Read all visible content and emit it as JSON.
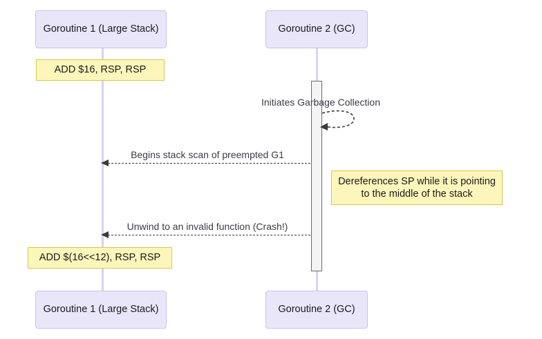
{
  "diagram": {
    "type": "sequence-diagram",
    "title": "",
    "colors": {
      "participant_fill": "#e9e6fa",
      "participant_border": "#c9c2ee",
      "note_fill": "#fdf6bb",
      "note_border": "#d6c84a",
      "lifeline": "#d9d2f2",
      "message_line": "#3b3b3b",
      "message_label": "#3b3b48",
      "activation_fill": "#f4f4f4",
      "activation_border": "#6b6b6b",
      "background": "#ffffff"
    }
  },
  "participants": [
    {
      "id": "g1",
      "label": "Goroutine 1 (Large Stack)"
    },
    {
      "id": "g2",
      "label": "Goroutine 2 (GC)"
    }
  ],
  "participants_bottom": [
    {
      "id": "g1b",
      "label": "Goroutine 1 (Large Stack)"
    },
    {
      "id": "g2b",
      "label": "Goroutine 2 (GC)"
    }
  ],
  "notes": [
    {
      "id": "note-add-16",
      "text": "ADD $16, RSP, RSP",
      "attached_to": "g1"
    },
    {
      "id": "note-deref-sp",
      "text": "Dereferences SP while it is pointing\nto the middle of the stack",
      "attached_to": "g2"
    },
    {
      "id": "note-add-shifted",
      "text": "ADD $(16<<12), RSP, RSP",
      "attached_to": "g1"
    }
  ],
  "messages": [
    {
      "id": "msg-initiate-gc",
      "label": "Initiates Garbage Collection",
      "from": "g2",
      "to": "g2",
      "style": "dashed",
      "kind": "self-loop"
    },
    {
      "id": "msg-begins-scan",
      "label": "Begins stack scan of preempted G1",
      "from": "g2",
      "to": "g1",
      "style": "dashed",
      "kind": "arrow-left"
    },
    {
      "id": "msg-unwind-crash",
      "label": "Unwind to an invalid function (Crash!)",
      "from": "g2",
      "to": "g1",
      "style": "dashed",
      "kind": "arrow-left"
    }
  ],
  "activations": [
    {
      "id": "activation-gc",
      "participant": "g2"
    }
  ]
}
